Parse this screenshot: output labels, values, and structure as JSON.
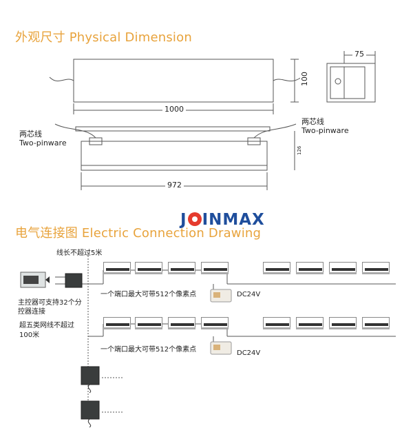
{
  "titles": {
    "physical": "外观尺寸 Physical Dimension",
    "electric": "电气连接图 Electric Connection Drawing"
  },
  "logo": {
    "before": "J",
    "after": "INMAX"
  },
  "dimensions": {
    "length_top": "1000",
    "height": "100",
    "side_width": "75",
    "length_bottom": "972",
    "small_side": "126"
  },
  "labels": {
    "wire_left_cn": "两芯线",
    "wire_left_en": "Two-pinware",
    "wire_right_cn": "两芯线",
    "wire_right_en": "Two-pinware",
    "max_line": "线长不超过5米",
    "controller_note_1": "主控器可支持32个分",
    "controller_note_2": "控器连接",
    "cat5_note_1": "超五类网线不超过",
    "cat5_note_2": "100米",
    "port_note_1": "一个端口最大可带512个像素点",
    "port_note_2": "一个端口最大可带512个像素点",
    "psu_1": "DC24V",
    "psu_2": "DC24V"
  },
  "icons": {
    "controller": "controller-icon",
    "sub_controller": "sub-controller-icon",
    "power_supply": "power-supply-icon",
    "led_unit": "led-wall-washer-icon"
  },
  "colors": {
    "title": "#e8a33c",
    "logo_blue": "#1f4e9c",
    "logo_red": "#e53b2e"
  }
}
